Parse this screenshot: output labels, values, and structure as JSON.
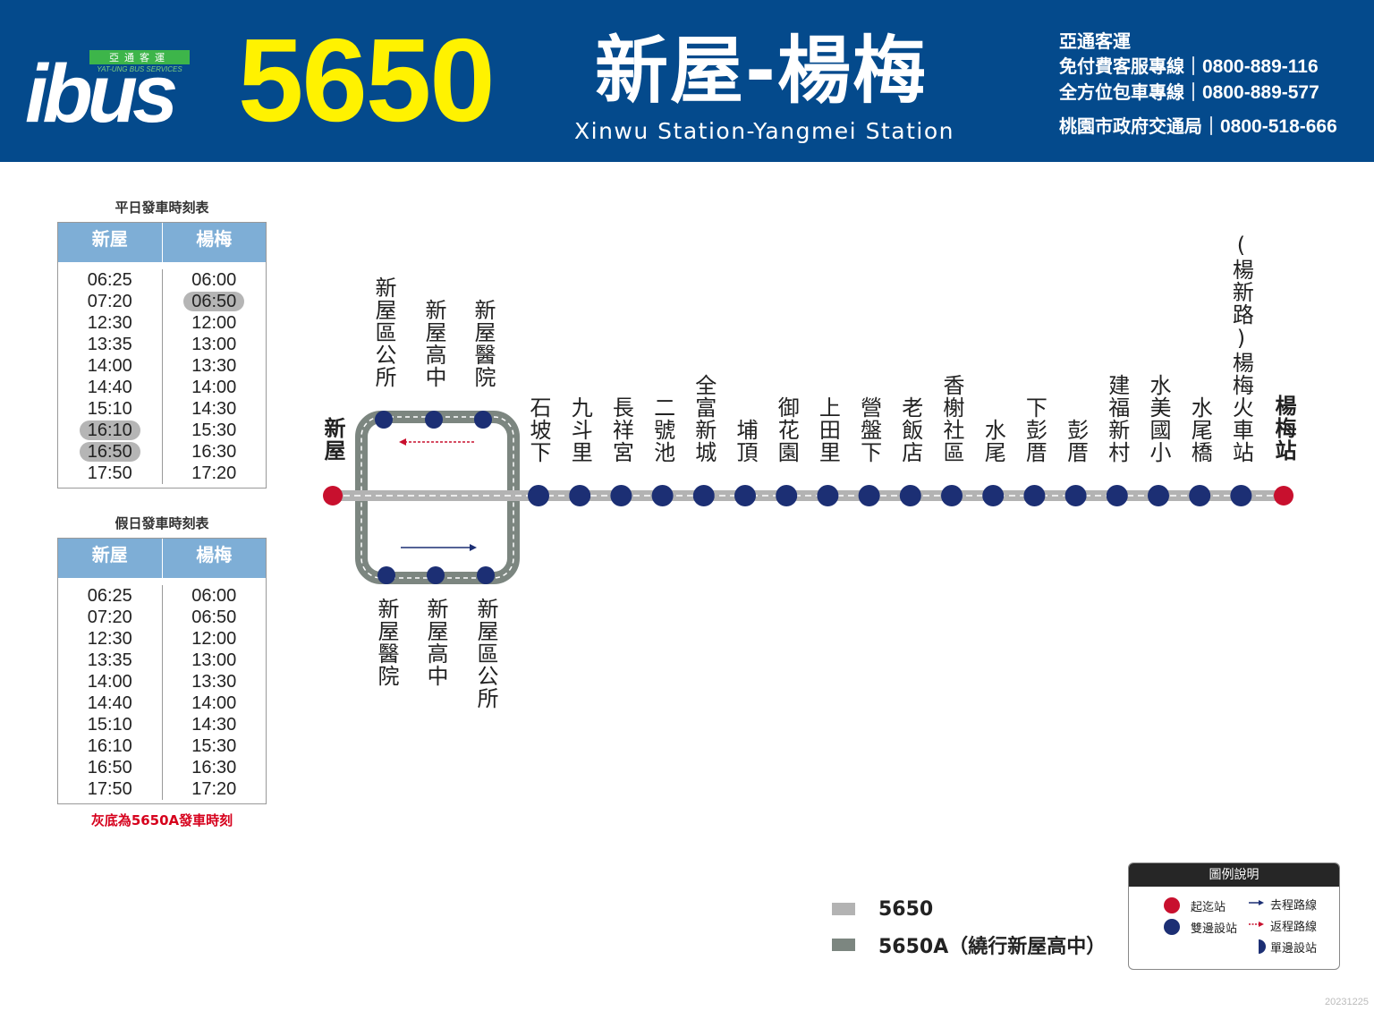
{
  "header": {
    "logo_text": "ibus",
    "logo_cn": "亞通客運",
    "logo_en": "YAT-UNG BUS SERVICES",
    "route_number": "5650",
    "route_name": "新屋-楊梅",
    "route_name_en": "Xinwu Station-Yangmei Station",
    "company": "亞通客運",
    "hotlines": [
      {
        "label": "免付費客服專線｜",
        "number": "0800-889-116"
      },
      {
        "label": "全方位包車專線｜",
        "number": "0800-889-577"
      },
      {
        "label": "桃園市政府交通局｜",
        "number": "0800-518-666"
      }
    ]
  },
  "weekday": {
    "title": "平日發車時刻表",
    "col1": "新屋",
    "col2": "楊梅",
    "times1": [
      {
        "t": "06:25"
      },
      {
        "t": "07:20"
      },
      {
        "t": "12:30"
      },
      {
        "t": "13:35"
      },
      {
        "t": "14:00"
      },
      {
        "t": "14:40"
      },
      {
        "t": "15:10"
      },
      {
        "t": "16:10",
        "hl": true
      },
      {
        "t": "16:50",
        "hl": true
      },
      {
        "t": "17:50"
      }
    ],
    "times2": [
      {
        "t": "06:00"
      },
      {
        "t": "06:50",
        "hl": true
      },
      {
        "t": "12:00"
      },
      {
        "t": "13:00"
      },
      {
        "t": "13:30"
      },
      {
        "t": "14:00"
      },
      {
        "t": "14:30"
      },
      {
        "t": "15:30"
      },
      {
        "t": "16:30"
      },
      {
        "t": "17:20"
      }
    ]
  },
  "holiday": {
    "title": "假日發車時刻表",
    "col1": "新屋",
    "col2": "楊梅",
    "times1": [
      {
        "t": "06:25"
      },
      {
        "t": "07:20"
      },
      {
        "t": "12:30"
      },
      {
        "t": "13:35"
      },
      {
        "t": "14:00"
      },
      {
        "t": "14:40"
      },
      {
        "t": "15:10"
      },
      {
        "t": "16:10"
      },
      {
        "t": "16:50"
      },
      {
        "t": "17:50"
      }
    ],
    "times2": [
      {
        "t": "06:00"
      },
      {
        "t": "06:50"
      },
      {
        "t": "12:00"
      },
      {
        "t": "13:00"
      },
      {
        "t": "13:30"
      },
      {
        "t": "14:00"
      },
      {
        "t": "14:30"
      },
      {
        "t": "15:30"
      },
      {
        "t": "16:30"
      },
      {
        "t": "17:20"
      }
    ]
  },
  "timetable_note": "灰底為5650A發車時刻",
  "map": {
    "terminal_start": "新屋",
    "terminal_end": "楊梅站",
    "loop_top_stops": [
      "新屋區公所",
      "新屋高中",
      "新屋醫院"
    ],
    "loop_bottom_stops": [
      "新屋醫院",
      "新屋高中",
      "新屋區公所"
    ],
    "main_stops": [
      "石坡下",
      "九斗里",
      "長祥宮",
      "二號池",
      "全富新城",
      "埔頂",
      "御花園",
      "上田里",
      "營盤下",
      "老飯店",
      "香榭社區",
      "水尾",
      "下彭厝",
      "彭厝",
      "建福新村",
      "水美國小",
      "水尾橋",
      "(楊新路)楊梅火車站"
    ]
  },
  "legend_routes": [
    {
      "label": "5650",
      "color": "#b3b3b3"
    },
    {
      "label": "5650A（繞行新屋高中）",
      "color": "#7c8680"
    }
  ],
  "legend_box": {
    "title": "圖例說明",
    "terminal": "起迄站",
    "both_sides": "雙邊設站",
    "outbound": "去程路線",
    "return": "返程路線",
    "one_side": "單邊設站"
  },
  "colors": {
    "header_bg": "#044a8c",
    "route_no": "#fff200",
    "stop_dot": "#1c2f74",
    "terminal_dot": "#c8102e",
    "road": "#b3b3b3",
    "loop_road": "#7c8680"
  },
  "date_stamp": "20231225"
}
